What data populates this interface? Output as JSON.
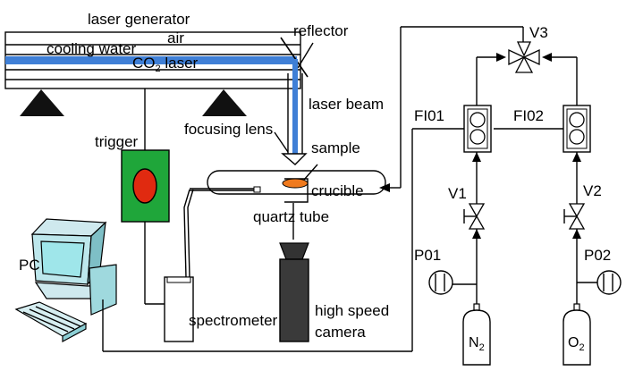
{
  "labels": {
    "laser_generator": "laser generator",
    "air": "air",
    "cooling_water": "cooling water",
    "co2_laser_prefix": "CO",
    "co2_laser_sub": "2",
    "co2_laser_suffix": " laser",
    "reflector": "reflector",
    "laser_beam": "laser beam",
    "trigger": "trigger",
    "focusing_lens": "focusing lens",
    "sample": "sample",
    "crucible": "crucible",
    "quartz_tube": "quartz tube",
    "pc": "PC",
    "spectrometer": "spectrometer",
    "high_speed": "high speed",
    "camera": "camera",
    "v1": "V1",
    "v2": "V2",
    "v3": "V3",
    "fi01": "FI01",
    "fi02": "FI02",
    "p01": "P01",
    "p02": "P02",
    "n2_main": "N",
    "n2_sub": "2",
    "o2_main": "O",
    "o2_sub": "2"
  },
  "colors": {
    "laser_beam": "#3f7fd6",
    "trigger_box": "#1fa63a",
    "trigger_circle": "#e02a10",
    "sample": "#f07a1e",
    "camera_body": "#3a3a3a",
    "pc_screen": "#9fe6ea"
  }
}
